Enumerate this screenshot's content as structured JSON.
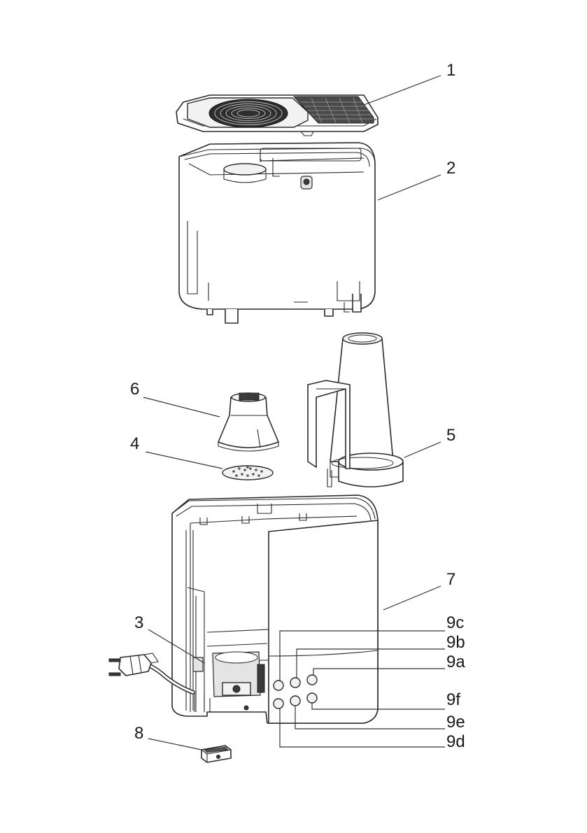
{
  "callouts": [
    {
      "id": "1",
      "text": "1"
    },
    {
      "id": "2",
      "text": "2"
    },
    {
      "id": "3",
      "text": "3"
    },
    {
      "id": "4",
      "text": "4"
    },
    {
      "id": "5",
      "text": "5"
    },
    {
      "id": "6",
      "text": "6"
    },
    {
      "id": "7",
      "text": "7"
    },
    {
      "id": "8",
      "text": "8"
    },
    {
      "id": "9a",
      "text": "9a"
    },
    {
      "id": "9b",
      "text": "9b"
    },
    {
      "id": "9c",
      "text": "9c"
    },
    {
      "id": "9d",
      "text": "9d"
    },
    {
      "id": "9e",
      "text": "9e"
    },
    {
      "id": "9f",
      "text": "9f"
    }
  ]
}
